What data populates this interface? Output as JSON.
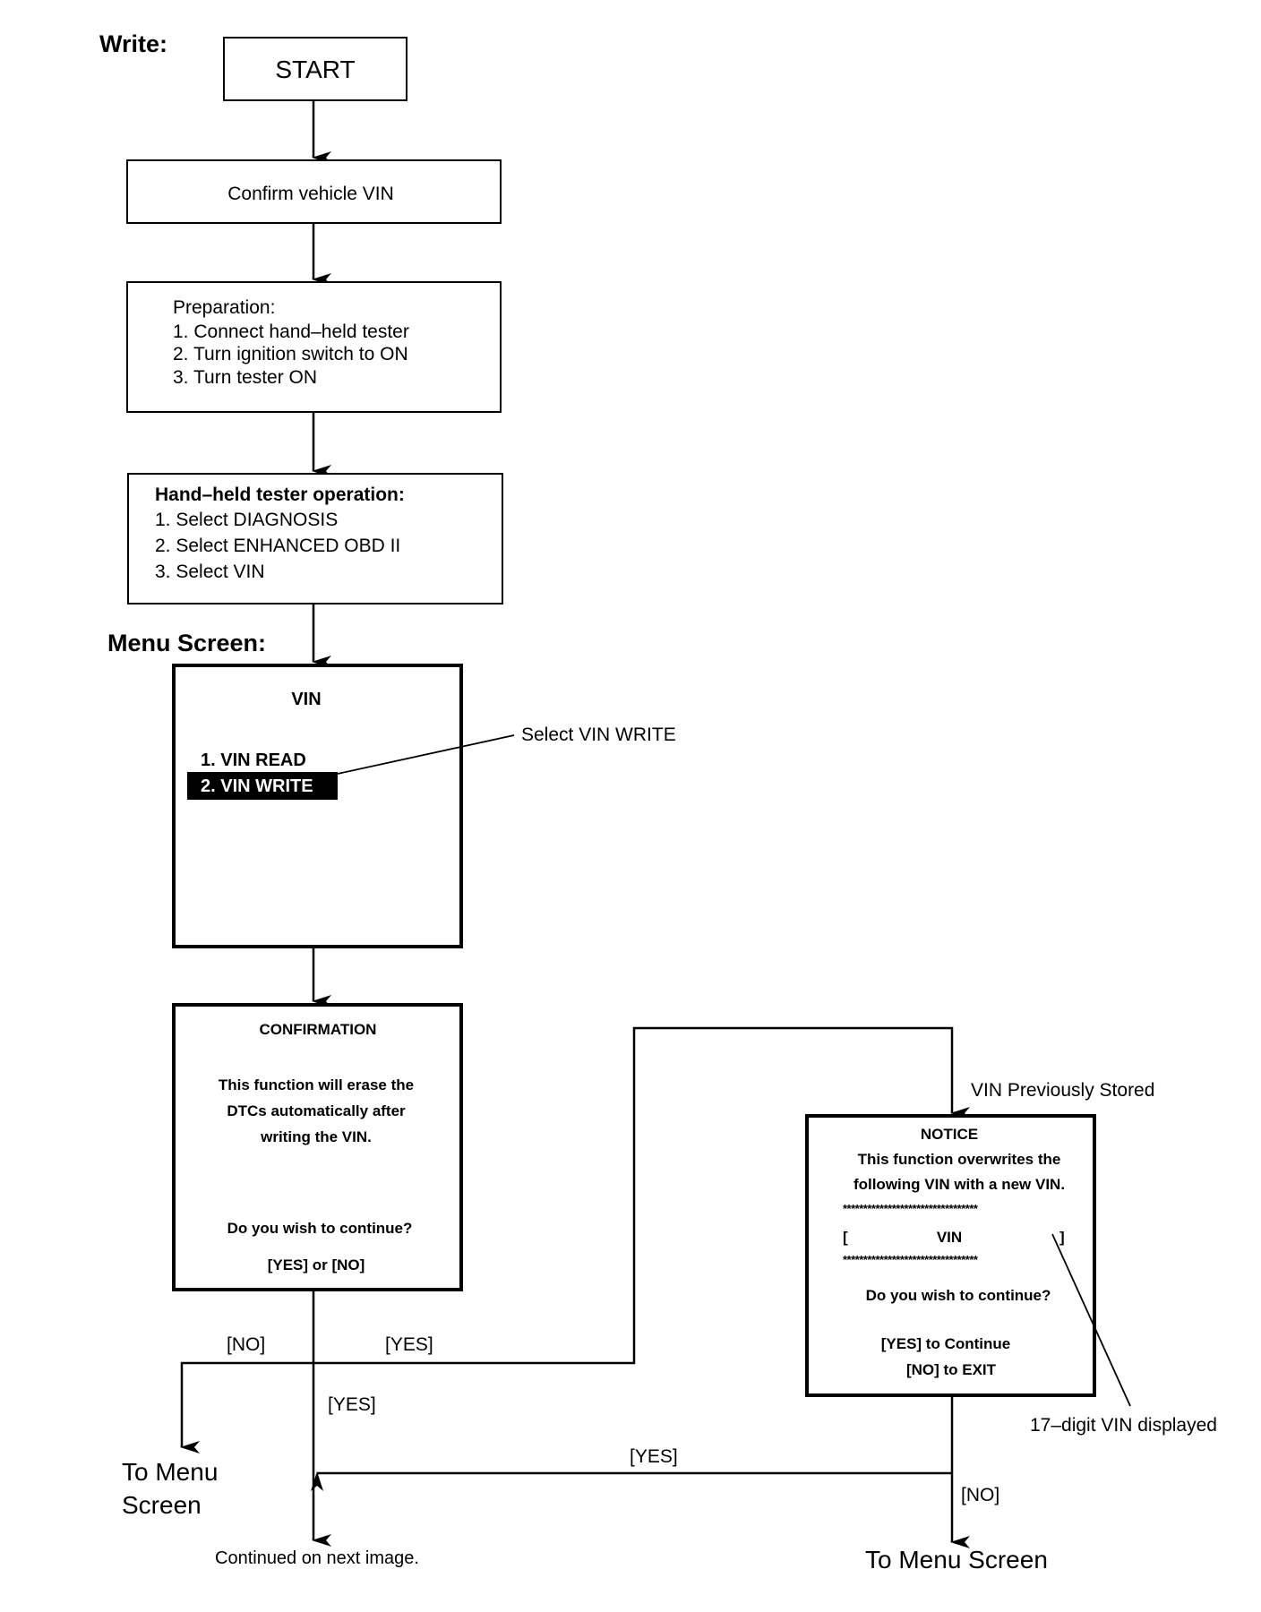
{
  "headings": {
    "write": "Write:",
    "menu_screen": "Menu Screen:"
  },
  "boxes": {
    "start": "START",
    "confirm_vin": "Confirm vehicle VIN",
    "preparation": {
      "title": "Preparation:",
      "steps": [
        "1. Connect hand–held tester",
        "2. Turn ignition switch to ON",
        "3. Turn tester ON"
      ]
    },
    "tester_operation": {
      "title": "Hand–held tester operation:",
      "steps": [
        "1. Select DIAGNOSIS",
        "2. Select ENHANCED OBD II",
        "3. Select VIN"
      ]
    }
  },
  "menu": {
    "title": "VIN",
    "items": [
      "1. VIN READ",
      "2. VIN WRITE"
    ],
    "callout": "Select VIN WRITE"
  },
  "confirmation": {
    "title": "CONFIRMATION",
    "body": [
      "This function will erase the",
      "DTCs automatically after",
      "writing the VIN."
    ],
    "question": "Do you wish to continue?",
    "options": "[YES] or [NO]"
  },
  "notice": {
    "title": "NOTICE",
    "body": [
      "This function overwrites the",
      "following VIN with a new VIN."
    ],
    "stars": "*********************************",
    "bracket_open": "[",
    "vin": "VIN",
    "bracket_close": "]",
    "question": "Do you wish to continue?",
    "options": [
      "[YES] to Continue",
      "[NO] to EXIT"
    ],
    "trigger_label": "VIN Previously Stored",
    "callout": "17–digit VIN displayed"
  },
  "flow_labels": {
    "no_left": "[NO]",
    "yes_right": "[YES]",
    "yes_down": "[YES]",
    "yes_notice": "[YES]",
    "no_notice": "[NO]"
  },
  "destinations": {
    "menu_left": [
      "To Menu",
      "Screen"
    ],
    "menu_right": "To Menu Screen",
    "continued": "Continued on next image."
  },
  "colors": {
    "line": "#000000",
    "highlight_bg": "#000000",
    "highlight_text": "#ffffff"
  }
}
